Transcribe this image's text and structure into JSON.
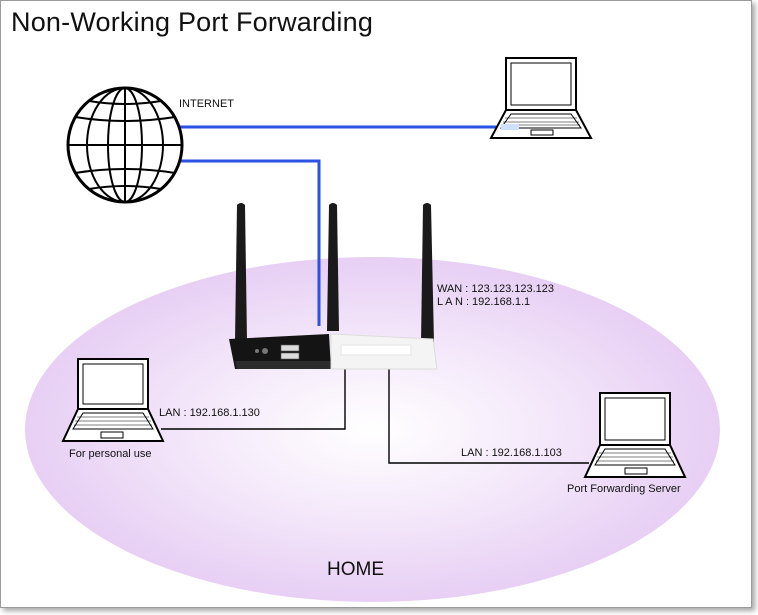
{
  "title": "Non-Working Port Forwarding",
  "labels": {
    "internet": "INTERNET",
    "wan": "WAN : 123.123.123.123",
    "lan_router": "L A N : 192.168.1.1",
    "lan_personal": "LAN : 192.168.1.130",
    "personal_caption": "For personal use",
    "lan_server": "LAN : 192.168.1.103",
    "server_caption": "Port Forwarding Server",
    "home": "HOME"
  },
  "colors": {
    "internet_link": "#2a52e6",
    "home_zone": "#e4c8f2",
    "lan_link": "#000000"
  },
  "icons": [
    "globe-icon",
    "laptop-icon",
    "router-icon"
  ]
}
